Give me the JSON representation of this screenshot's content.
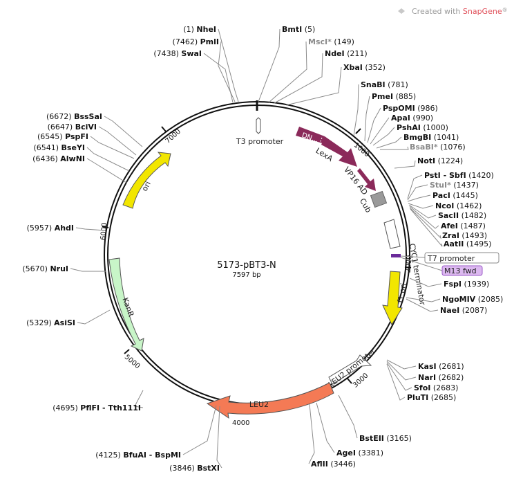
{
  "watermark": {
    "prefix": "Created with ",
    "brand": "SnapGene",
    "mark": "®"
  },
  "plasmid": {
    "name": "5173-pBT3-N",
    "length": "7597 bp"
  },
  "ticks": [
    "7000",
    "1000",
    "2000",
    "3000",
    "4000",
    "5000",
    "6000"
  ],
  "sites": [
    {
      "pos": "(1)",
      "name": "NheI",
      "gray": false
    },
    {
      "pos": "(5)",
      "name": "BmtI",
      "gray": false
    },
    {
      "pos": "(7462)",
      "name": "PmlI",
      "gray": false
    },
    {
      "pos": "(7438)",
      "name": "SwaI",
      "gray": false
    },
    {
      "pos": "(149)",
      "name": "MscI*",
      "gray": true
    },
    {
      "pos": "(211)",
      "name": "NdeI",
      "gray": false
    },
    {
      "pos": "(352)",
      "name": "XbaI",
      "gray": false
    },
    {
      "pos": "(781)",
      "name": "SnaBI",
      "gray": false
    },
    {
      "pos": "(885)",
      "name": "PmeI",
      "gray": false
    },
    {
      "pos": "(986)",
      "name": "PspOMI",
      "gray": false
    },
    {
      "pos": "(990)",
      "name": "ApaI",
      "gray": false
    },
    {
      "pos": "(1000)",
      "name": "PshAI",
      "gray": false
    },
    {
      "pos": "(1041)",
      "name": "BmgBI",
      "gray": false
    },
    {
      "pos": "(1076)",
      "name": "BsaBI*",
      "gray": true
    },
    {
      "pos": "(1224)",
      "name": "NotI",
      "gray": false
    },
    {
      "pos": "(1420)",
      "name": "PstI - SbfI",
      "gray": false
    },
    {
      "pos": "(1437)",
      "name": "StuI*",
      "gray": true
    },
    {
      "pos": "(1445)",
      "name": "PacI",
      "gray": false
    },
    {
      "pos": "(1462)",
      "name": "NcoI",
      "gray": false
    },
    {
      "pos": "(1482)",
      "name": "SacII",
      "gray": false
    },
    {
      "pos": "(1487)",
      "name": "AfeI",
      "gray": false
    },
    {
      "pos": "(1493)",
      "name": "ZraI",
      "gray": false
    },
    {
      "pos": "(1495)",
      "name": "AatII",
      "gray": false
    },
    {
      "pos": "(1939)",
      "name": "FspI",
      "gray": false
    },
    {
      "pos": "(2085)",
      "name": "NgoMIV",
      "gray": false
    },
    {
      "pos": "(2087)",
      "name": "NaeI",
      "gray": false
    },
    {
      "pos": "(2681)",
      "name": "KasI",
      "gray": false
    },
    {
      "pos": "(2682)",
      "name": "NarI",
      "gray": false
    },
    {
      "pos": "(2683)",
      "name": "SfoI",
      "gray": false
    },
    {
      "pos": "(2685)",
      "name": "PluTI",
      "gray": false
    },
    {
      "pos": "(3165)",
      "name": "BstEII",
      "gray": false
    },
    {
      "pos": "(3381)",
      "name": "AgeI",
      "gray": false
    },
    {
      "pos": "(3446)",
      "name": "AflII",
      "gray": false
    },
    {
      "pos": "(3846)",
      "name": "BstXI",
      "gray": false
    },
    {
      "pos": "(4125)",
      "name": "BfuAI - BspMI",
      "gray": false
    },
    {
      "pos": "(4695)",
      "name": "PflFI - Tth111I",
      "gray": false
    },
    {
      "pos": "(5329)",
      "name": "AsiSI",
      "gray": false
    },
    {
      "pos": "(5670)",
      "name": "NruI",
      "gray": false
    },
    {
      "pos": "(5957)",
      "name": "AhdI",
      "gray": false
    },
    {
      "pos": "(6436)",
      "name": "AlwNI",
      "gray": false
    },
    {
      "pos": "(6541)",
      "name": "BseYI",
      "gray": false
    },
    {
      "pos": "(6545)",
      "name": "PspFI",
      "gray": false
    },
    {
      "pos": "(6647)",
      "name": "BciVI",
      "gray": false
    },
    {
      "pos": "(6672)",
      "name": "BssSaI",
      "gray": false
    }
  ],
  "features": {
    "t3": "T3 promoter",
    "dn": "DN...",
    "lexa": "LexA",
    "vp16": "VP16 AD",
    "cub": "Cub",
    "cyc1": "CYC1 terminator",
    "t7": "T7 promoter",
    "m13": "M13 fwd",
    "f1": "f1 ori",
    "leu2p": "LEU2 promoter",
    "leu2": "LEU2",
    "kanr": "KanR",
    "ori": "ori"
  },
  "colors": {
    "dn": "#8b2a5a",
    "lexa": "#8b2a5a",
    "vp16": "#8b2a5a",
    "cub": "#9a9a9a",
    "f1": "#f2e600",
    "ori": "#f2e600",
    "leu2": "#f47a55",
    "kanr": "#c8f5c8",
    "m13_fill": "#dcb8f0",
    "m13_stroke": "#9b5bc8",
    "leader": "#8a8a8a",
    "brand": "#e0505a"
  }
}
